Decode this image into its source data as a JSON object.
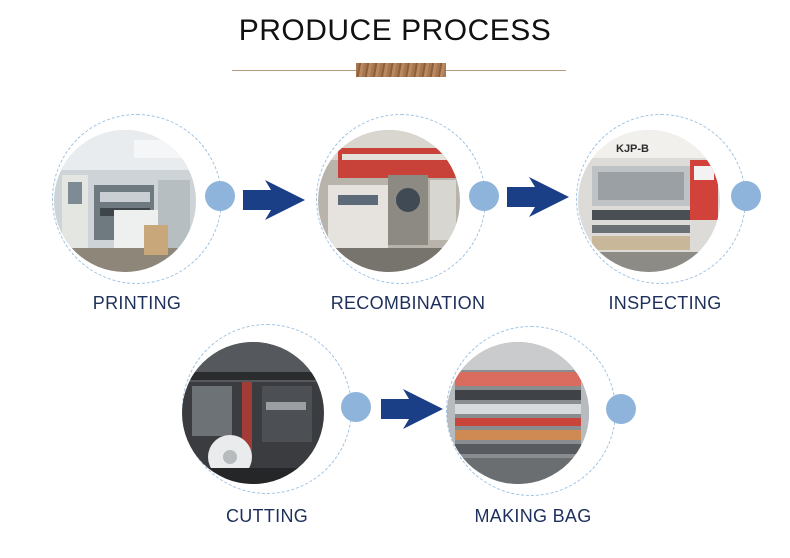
{
  "header": {
    "title": "PRODUCE PROCESS"
  },
  "steps": [
    {
      "label": "PRINTING",
      "icon": "printing-machine-photo"
    },
    {
      "label": "RECOMBINATION",
      "icon": "laminating-machine-photo"
    },
    {
      "label": "INSPECTING",
      "icon": "inspecting-machine-photo"
    },
    {
      "label": "CUTTING",
      "icon": "cutting-machine-photo"
    },
    {
      "label": "MAKING BAG",
      "icon": "bag-making-machine-photo"
    }
  ],
  "machine_plate": "KJP-B",
  "colors": {
    "arrow": "#1b3f86",
    "dot": "#8fb4dc",
    "ring": "#9cc1e3",
    "label": "#1d2f5a",
    "rule": "#b59a80"
  }
}
